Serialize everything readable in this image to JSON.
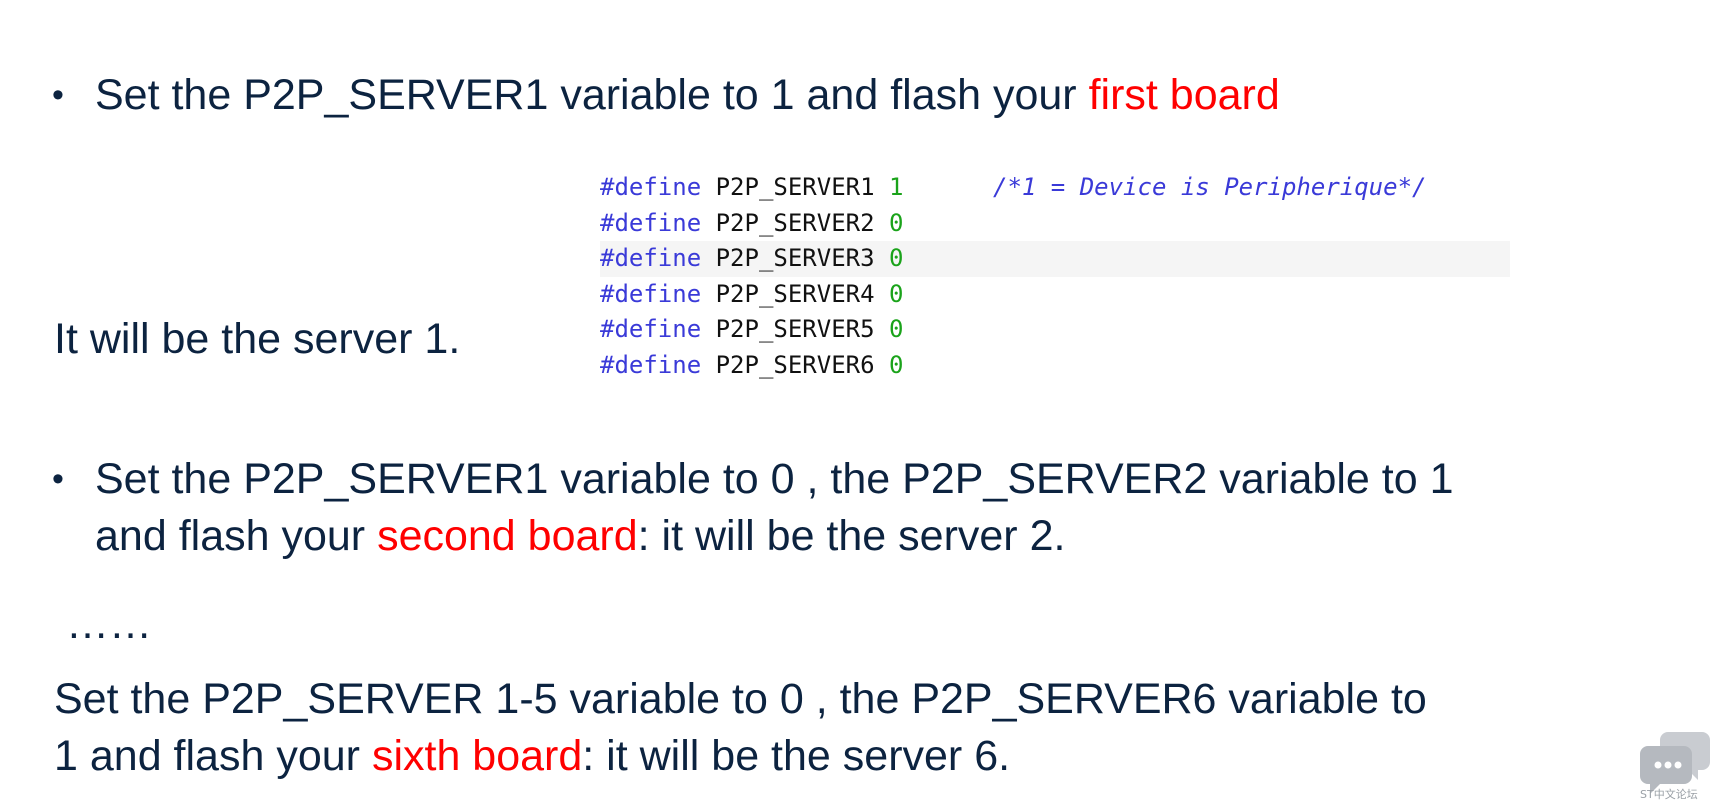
{
  "bullets": {
    "glyph": "•"
  },
  "step1": {
    "text": "Set the P2P_SERVER1 variable to 1 and flash your ",
    "highlight": "first board",
    "result": "It will be the server 1."
  },
  "code": {
    "keyword": "#define",
    "lines": [
      {
        "name": "P2P_SERVER1",
        "value": "1",
        "comment": "/*1 = Device is Peripherique*/"
      },
      {
        "name": "P2P_SERVER2",
        "value": "0"
      },
      {
        "name": "P2P_SERVER3",
        "value": "0"
      },
      {
        "name": "P2P_SERVER4",
        "value": "0"
      },
      {
        "name": "P2P_SERVER5",
        "value": "0"
      },
      {
        "name": "P2P_SERVER6",
        "value": "0"
      }
    ]
  },
  "step2": {
    "line1": "Set the P2P_SERVER1 variable to 0 , the P2P_SERVER2 variable to 1",
    "line2_prefix": "and flash your ",
    "highlight": "second board",
    "line2_suffix": ": it will be the server 2."
  },
  "ellipsis": "……",
  "step3": {
    "line1": "Set the P2P_SERVER 1-5 variable to 0 , the P2P_SERVER6 variable to",
    "line2_prefix": "1 and flash your ",
    "highlight": "sixth board",
    "line2_suffix": ": it will be the server 6."
  },
  "watermark": {
    "label": "ST中文论坛"
  },
  "colors": {
    "text": "#0c2340",
    "highlight": "#ff0000",
    "code_keyword": "#3a3ad8",
    "code_number": "#1aa31a"
  }
}
